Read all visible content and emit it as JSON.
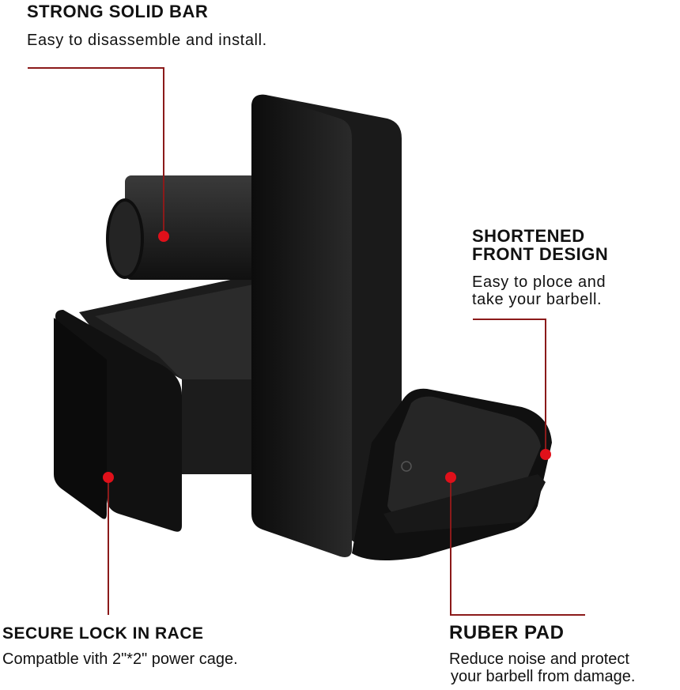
{
  "callouts": {
    "strong_bar": {
      "title": "STRONG SOLID BAR",
      "desc": "Easy to disassemble and install."
    },
    "shortened_front": {
      "title_line1": "SHORTENED",
      "title_line2": "FRONT DESIGN",
      "desc_line1": "Easy to ploce and",
      "desc_line2": "take your barbell."
    },
    "secure_lock": {
      "title": "SECURE LOCK IN RACE",
      "desc": "Compatble vith 2\"*2\" power cage."
    },
    "rubber_pad": {
      "title": "RUBER PAD",
      "desc_line1": "Reduce noise and protect",
      "desc_line2": "your barbell from damage."
    }
  },
  "colors": {
    "accent": "#c8101a",
    "line": "#8b1a1a",
    "product": "#151515"
  }
}
